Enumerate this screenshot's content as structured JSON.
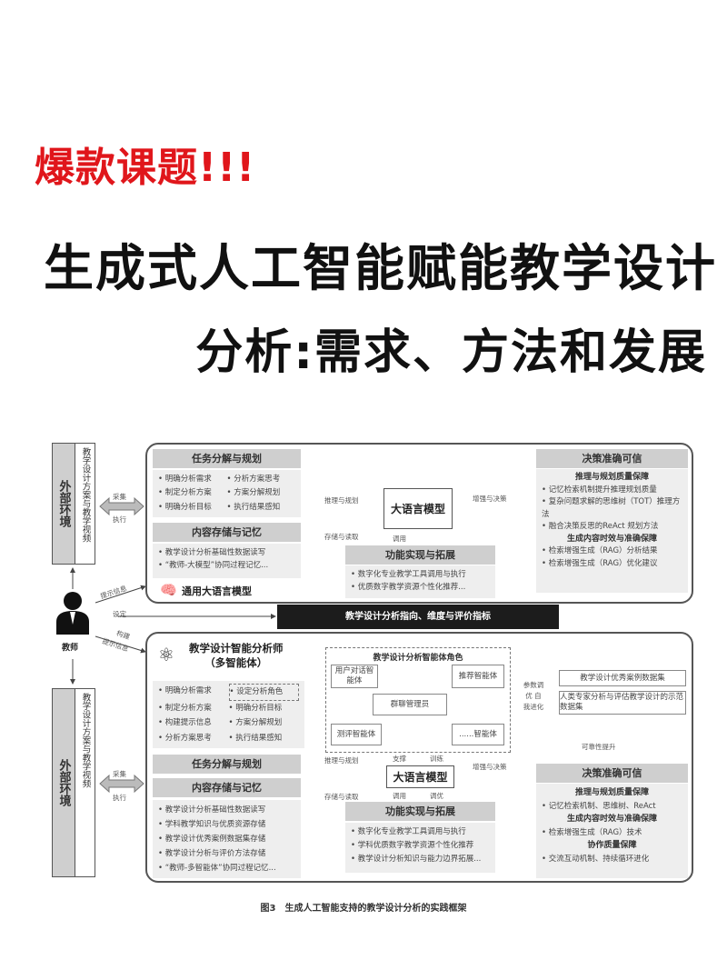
{
  "headline": {
    "tag": "爆款课题!!!",
    "line1": "生成式人工智能赋能教学设计",
    "line2": "分析:需求、方法和发展"
  },
  "figure": {
    "env_label": "外部环境",
    "env_content": "教学设计方案与教学视频",
    "collect": "采集",
    "execute": "执行",
    "teacher": "教师",
    "prompt_info": "提示信息",
    "set": "设定",
    "build": "构建",
    "build_prompt": "提示信息",
    "center_bar": "教学设计分析指向、维度与评价指标",
    "top": {
      "task_header": "任务分解与规划",
      "task_items": [
        "明确分析需求",
        "分析方案思考",
        "制定分析方案",
        "方案分解规划",
        "明确分析目标",
        "执行结果感知"
      ],
      "memory_header": "内容存储与记忆",
      "memory_items": [
        "教学设计分析基础性数据读写",
        "“教师-大模型”协同过程记忆..."
      ],
      "model_label": "通用大语言模型",
      "llm": "大语言模型",
      "reason_plan": "推理与规划",
      "store_read": "存储与读取",
      "call": "调用",
      "enhance": "增强与决策",
      "func_header": "功能实现与拓展",
      "func_items": [
        "数字化专业教学工具调用与执行",
        "优质数字教学资源个性化推荐..."
      ],
      "decision_header": "决策准确可信",
      "d_sub1": "推理与规划质量保障",
      "d_items1": [
        "记忆检索机制提升推理规划质量",
        "复杂问题求解的思维树（TOT）推理方法",
        "融合决策反思的ReAct 规划方法"
      ],
      "d_sub2": "生成内容时效与准确保障",
      "d_items2": [
        "检索增强生成（RAG）分析结果",
        "检索增强生成（RAG）优化建议"
      ]
    },
    "bottom": {
      "title1": "教学设计智能分析师",
      "title2": "（多智能体）",
      "items": [
        "明确分析需求",
        "设定分析角色",
        "制定分析方案",
        "明确分析目标",
        "构建提示信息",
        "方案分解规划",
        "分析方案思考",
        "执行结果感知"
      ],
      "roles_title": "教学设计分析智能体角色",
      "agent_user": "用户对话智能体",
      "agent_recommend": "推荐智能体",
      "agent_manager": "群聊管理员",
      "agent_eval": "测评智能体",
      "agent_more": "......智能体",
      "self_improve": "参数调优 自我进化",
      "dataset1": "教学设计优秀案例数据集",
      "dataset2": "人类专家分析与评估教学设计的示范数据集",
      "reliability": "可靠性提升",
      "task_header": "任务分解与规划",
      "memory_header": "内容存储与记忆",
      "memory_items": [
        "教学设计分析基础性数据读写",
        "学科教学知识与优质资源存储",
        "教学设计优秀案例数据集存储",
        "教学设计分析与评价方法存储",
        "“教师-多智能体”协同过程记忆..."
      ],
      "llm": "大语言模型",
      "reason_plan": "推理与规划",
      "store_read": "存储与读取",
      "support": "支撑",
      "train": "训练",
      "call": "调用",
      "tune": "调优",
      "enhance": "增强与决策",
      "func_header": "功能实现与拓展",
      "func_items": [
        "数字化专业教学工具调用与执行",
        "学科优质数字教学资源个性化推荐",
        "教学设计分析知识与能力边界拓展..."
      ],
      "decision_header": "决策准确可信",
      "d_sub1": "推理与规划质量保障",
      "d_item1": "记忆检索机制、思维树、ReAct",
      "d_sub2": "生成内容时效与准确保障",
      "d_item2": "检索增强生成（RAG）技术",
      "d_sub3": "协作质量保障",
      "d_item3": "交流互动机制、持续循环进化"
    },
    "caption": "图3　生成人工智能支持的教学设计分析的实践框架"
  }
}
